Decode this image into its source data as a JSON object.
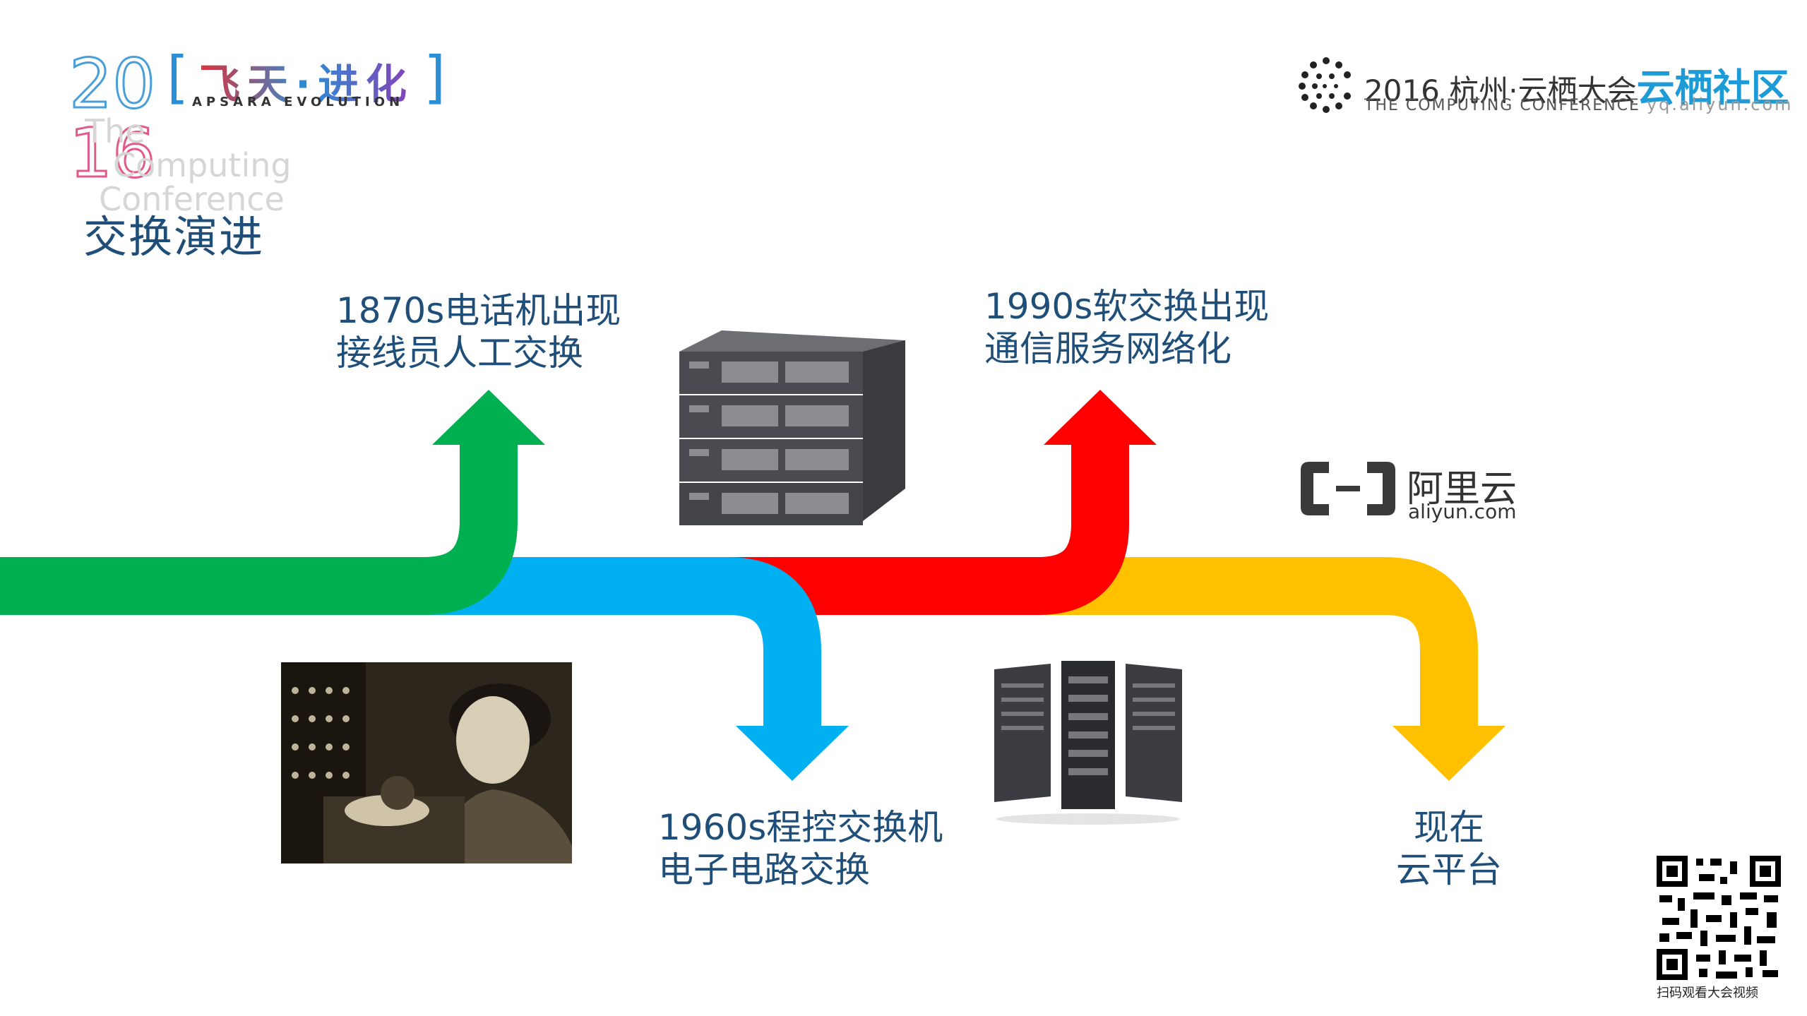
{
  "header": {
    "event_logo": {
      "year_top": "20",
      "year_bottom": "16",
      "bracket_open": "[",
      "bracket_close": "]",
      "name_cn": "飞天·进化",
      "name_en": "APSARA EVOLUTION",
      "subtitle_line1": "The",
      "subtitle_line2": "Computing",
      "subtitle_line3": "Conference"
    },
    "conference_logo": {
      "title": "2016 杭州·云栖大会",
      "brand": "云栖社区",
      "subtitle": "THE COMPUTING CONFERENCE",
      "url": "yq.aliyun.com"
    }
  },
  "slide": {
    "title": "交换演进",
    "stages": [
      {
        "line1": "1870s电话机出现",
        "line2": "接线员人工交换"
      },
      {
        "line1": "1960s程控交换机",
        "line2": "电子电路交换"
      },
      {
        "line1": "1990s软交换出现",
        "line2": "通信服务网络化"
      },
      {
        "line1": "现在",
        "line2": "云平台"
      }
    ],
    "aliyun_logo": {
      "name_cn": "阿里云",
      "name_en": "aliyun.com"
    },
    "qr_caption": "扫码观看大会视频"
  },
  "colors": {
    "green": "#00b050",
    "blue": "#00b0f0",
    "red": "#ff0000",
    "yellow": "#ffc000",
    "title": "#1f4e79"
  },
  "icons": [
    "photo-operator-icon",
    "pbx-switch-icon",
    "server-rack-icon",
    "aliyun-logo-icon",
    "qr-code-icon",
    "cloud-community-logo-icon"
  ]
}
